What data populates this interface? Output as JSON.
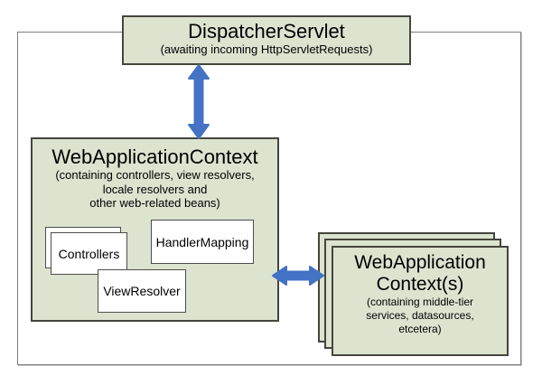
{
  "diagram": {
    "dispatcher": {
      "title": "DispatcherServlet",
      "subtitle": "(awaiting incoming HttpServletRequests)"
    },
    "web_application_context": {
      "title": "WebApplicationContext",
      "subtitle_lines": [
        "(containing controllers, view resolvers,",
        "locale resolvers and",
        "other web-related beans)"
      ],
      "beans": {
        "controllers": "Controllers",
        "handler_mapping": "HandlerMapping",
        "view_resolver": "ViewResolver"
      }
    },
    "root_contexts": {
      "title_lines": [
        "WebApplication",
        "Context(s)"
      ],
      "subtitle_lines": [
        "(containing middle-tier",
        "services, datasources,",
        "etcetera)"
      ]
    },
    "colors": {
      "box_fill": "#dce3cf",
      "box_border": "#45453d",
      "inner_box_fill": "#ffffff",
      "inner_box_border": "#4d4d4d",
      "outer_frame_border": "#7f7f7f",
      "arrow": "#4472c4",
      "text": "#000000"
    }
  }
}
